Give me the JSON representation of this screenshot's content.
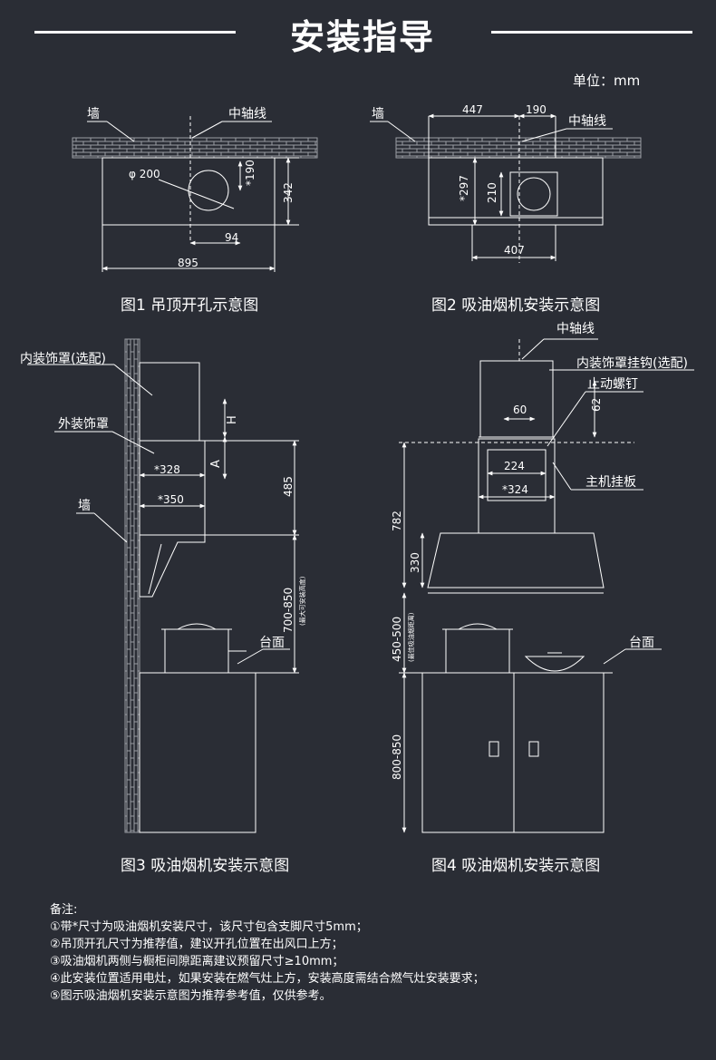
{
  "header": {
    "title": "安装指导",
    "unit": "单位：mm"
  },
  "fig1": {
    "caption": "图1 吊顶开孔示意图",
    "wall": "墙",
    "axis": "中轴线",
    "dia": "φ 200",
    "d190": "*190",
    "d342": "342",
    "d94": "94",
    "d895": "895"
  },
  "fig2": {
    "caption": "图2 吸油烟机安装示意图",
    "wall": "墙",
    "axis": "中轴线",
    "d447": "447",
    "d190": "190",
    "d297": "*297",
    "d210": "210",
    "d407": "407"
  },
  "fig3": {
    "caption": "图3 吸油烟机安装示意图",
    "inner_cover": "内装饰罩(选配)",
    "outer_cover": "外装饰罩",
    "wall": "墙",
    "H": "H",
    "A": "A",
    "d328": "*328",
    "d350": "*350",
    "d485": "485",
    "d700": "700-850",
    "note_small": "(最大可安装高度)",
    "counter": "台面"
  },
  "fig4": {
    "caption": "图4 吸油烟机安装示意图",
    "axis": "中轴线",
    "hook": "内装饰罩挂钩(选配)",
    "screw": "止动螺钉",
    "d60": "60",
    "d62": "62",
    "d224": "224",
    "d324": "*324",
    "board": "主机挂板",
    "d782": "782",
    "d330": "330",
    "d450": "450-500",
    "note_small": "(最佳吸油烟距离)",
    "counter": "台面",
    "d800": "800-850"
  },
  "notes": [
    "备注:",
    "①带*尺寸为吸油烟机安装尺寸，该尺寸包含支脚尺寸5mm；",
    "②吊顶开孔尺寸为推荐值，建议开孔位置在出风口上方；",
    "③吸油烟机两侧与橱柜间隙距离建议预留尺寸≥10mm；",
    "④此安装位置适用电灶，如果安装在燃气灶上方，安装高度需结合燃气灶安装要求；",
    "⑤图示吸油烟机安装示意图为推荐参考值，仅供参考。"
  ]
}
